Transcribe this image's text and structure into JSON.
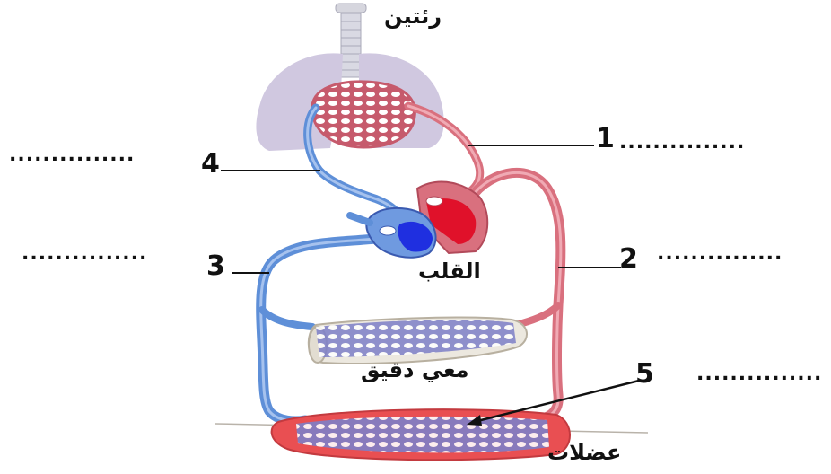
{
  "organs": {
    "lungs": "رئتين",
    "heart": "القلب",
    "intestine": "معي دقيق",
    "muscles": "عضلات"
  },
  "numbers": {
    "n1": "1",
    "n2": "2",
    "n3": "3",
    "n4": "4",
    "n5": "5"
  },
  "blanks": {
    "b1": "...............",
    "b2": "...............",
    "b3": "...............",
    "b4": "...............",
    "b5": "..............."
  },
  "colors": {
    "artery": "#d9707e",
    "vein": "#5e8fd8",
    "lung": "#cfc6df",
    "heart_red": "#e0112a",
    "heart_blue": "#1f2fe0",
    "capillary_fill": "#ffffff"
  }
}
